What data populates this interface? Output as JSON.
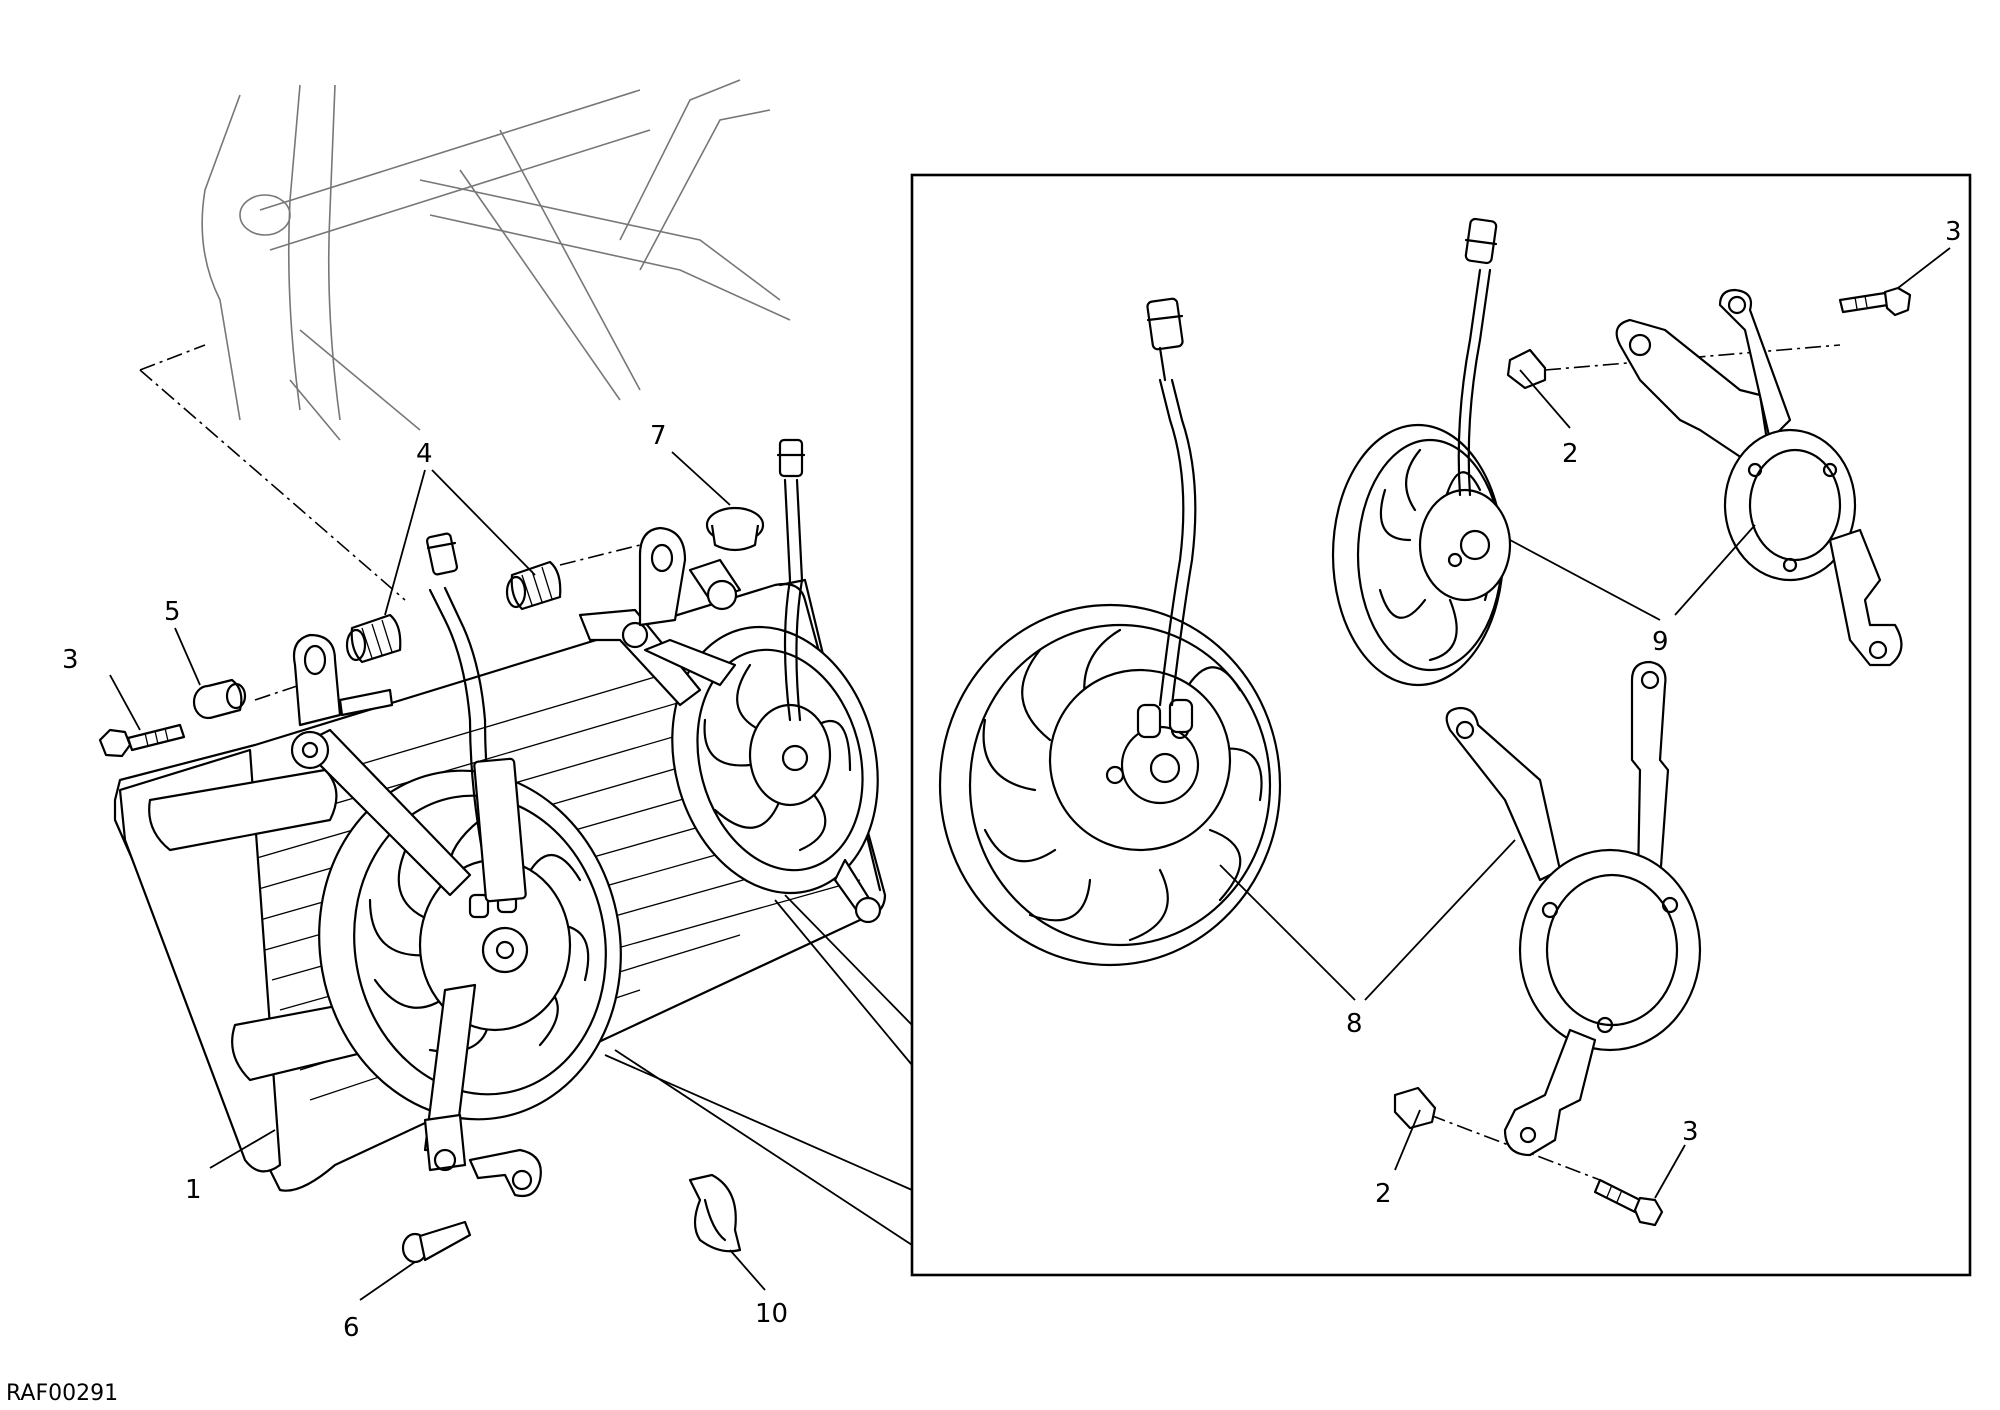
{
  "drawing_code": "RAF00291",
  "callouts": [
    {
      "id": "1",
      "text": "1"
    },
    {
      "id": "2a",
      "text": "2"
    },
    {
      "id": "2b",
      "text": "2"
    },
    {
      "id": "3a",
      "text": "3"
    },
    {
      "id": "3b",
      "text": "3"
    },
    {
      "id": "3c",
      "text": "3"
    },
    {
      "id": "4",
      "text": "4"
    },
    {
      "id": "5",
      "text": "5"
    },
    {
      "id": "6",
      "text": "6"
    },
    {
      "id": "7",
      "text": "7"
    },
    {
      "id": "8",
      "text": "8"
    },
    {
      "id": "9",
      "text": "9"
    },
    {
      "id": "10",
      "text": "10"
    }
  ]
}
